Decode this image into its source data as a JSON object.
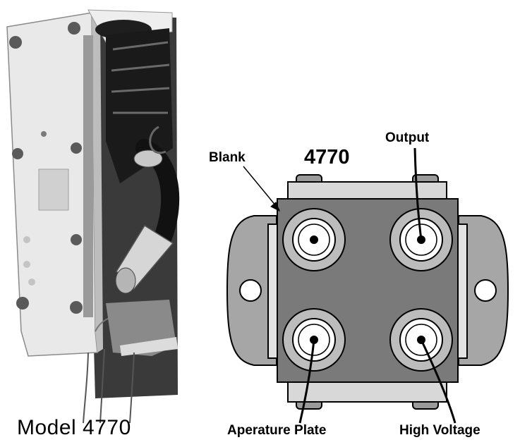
{
  "photo": {
    "caption": "Model 4770"
  },
  "diagram": {
    "model_number": "4770",
    "labels": {
      "blank": "Blank",
      "output": "Output",
      "aperture_plate": "Aperature Plate",
      "high_voltage": "High Voltage"
    }
  },
  "colors": {
    "body": "#7a7a7a",
    "flange": "#a6a6a6",
    "rail": "#d8d8d8",
    "connector_ring": "#bcbcbc",
    "connector_inner": "#ffffff",
    "outline": "#000000"
  }
}
